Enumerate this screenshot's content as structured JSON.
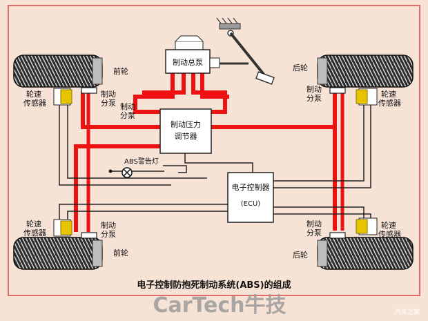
{
  "labels": {
    "front_wheel_top": "前轮",
    "front_wheel_bottom": "前轮",
    "rear_wheel_top": "后轮",
    "rear_wheel_bottom": "后轮",
    "master_cylinder": "制动总泵",
    "modulator_line1": "制动压力",
    "modulator_line2": "调节器",
    "ecu_line1": "电子控制器",
    "ecu_line2": "(ECU)",
    "abs_lamp": "ABS警告灯",
    "sensor_line1": "轮速",
    "sensor_line2": "传感器",
    "caliper_line1": "制动",
    "caliper_line2": "分泵"
  },
  "caption": "电子控制防抱死制动系统(ABS)的组成",
  "watermark": {
    "logo": "CarTech牛技",
    "credit": "汽车之家"
  },
  "colors": {
    "background": "#f7e3d6",
    "frame": "#e06b6b",
    "brake_line": "#ee1111",
    "sensor": "#e6c400",
    "wire": "#222222"
  }
}
